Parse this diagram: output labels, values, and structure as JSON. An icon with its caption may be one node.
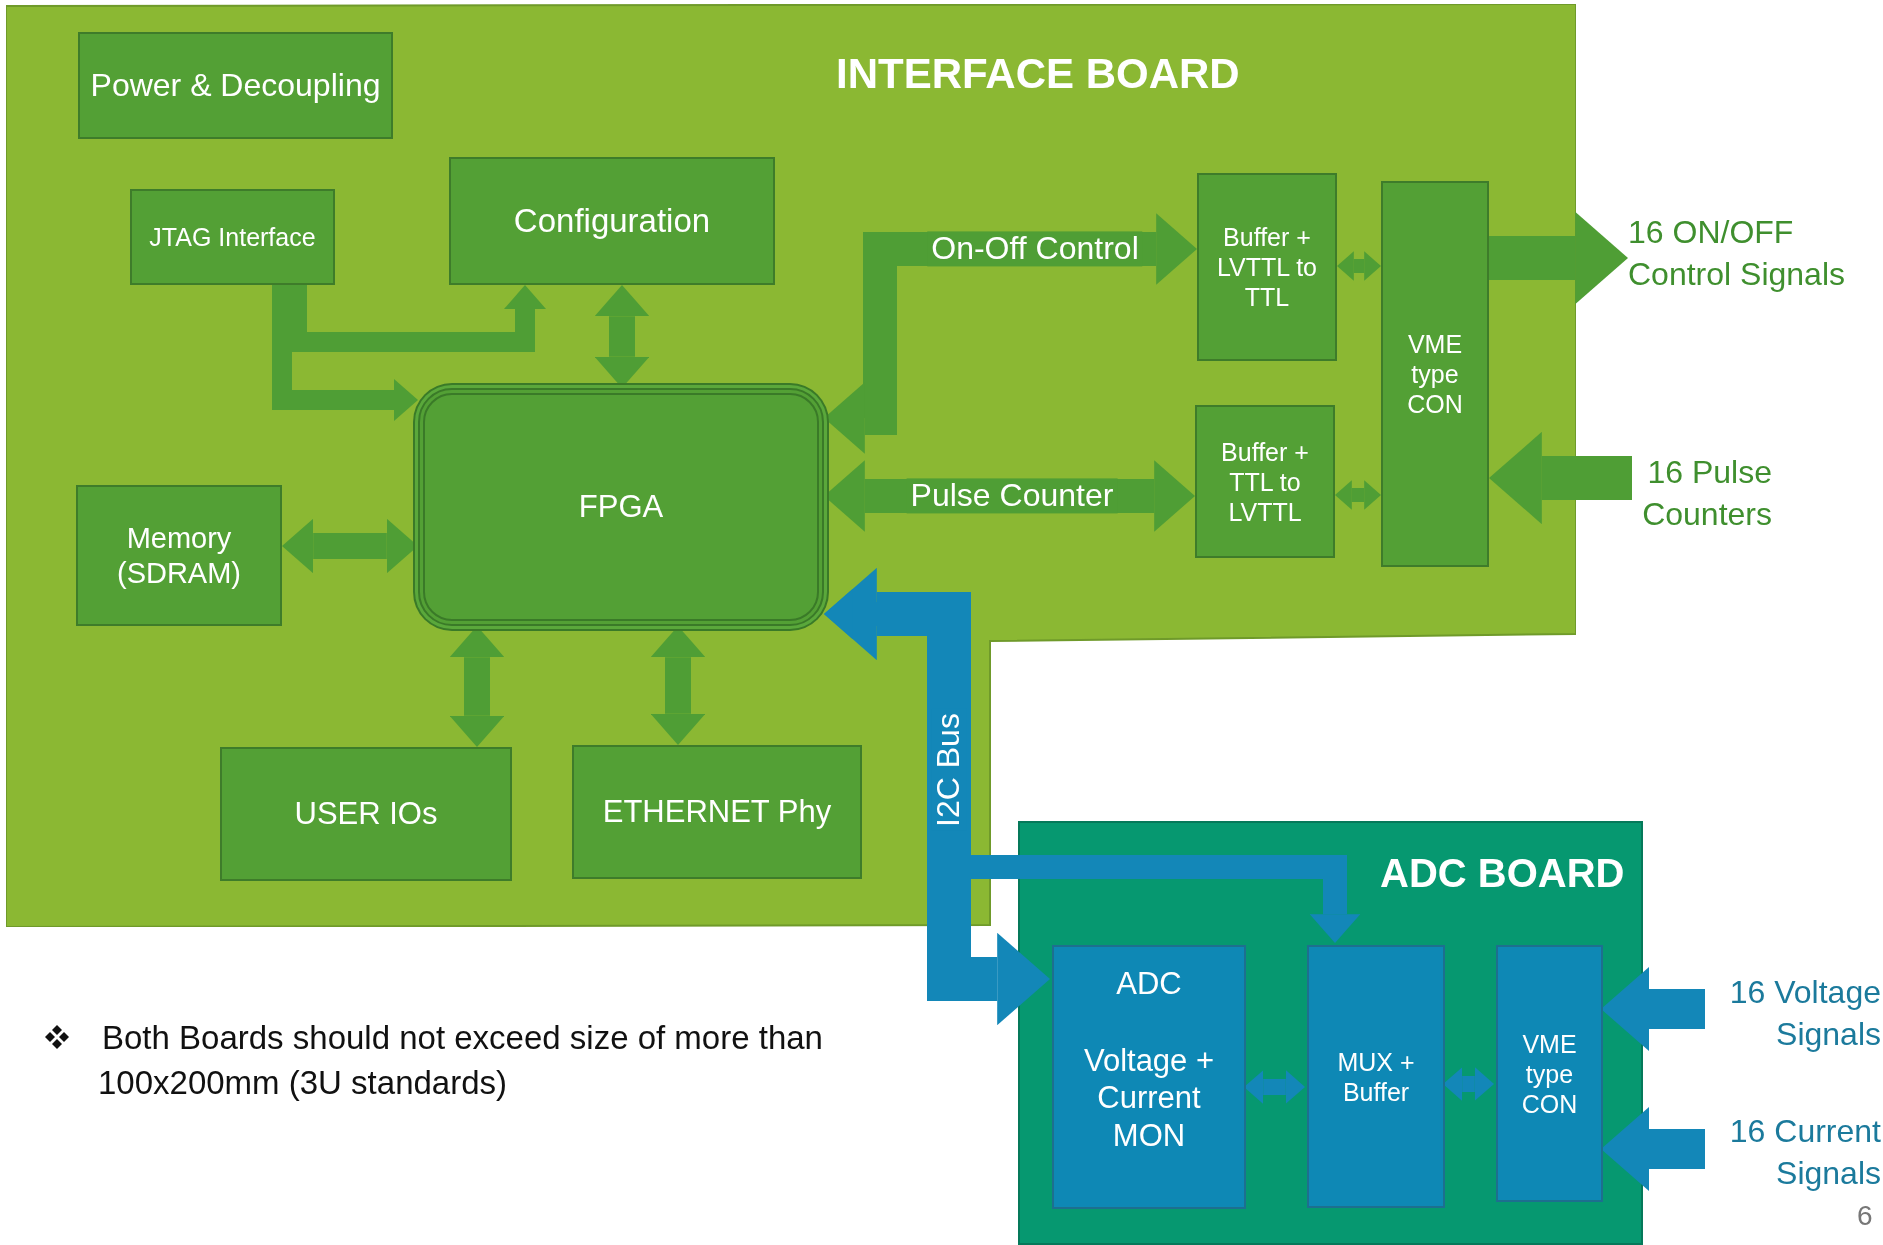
{
  "diagram": {
    "nodes": [
      {
        "text": [
          "INTERFACE BOARD"
        ]
      },
      {
        "text": [
          "Power & Decoupling"
        ],
        "in": 0
      },
      {
        "text": [
          "JTAG Interface"
        ],
        "in": 0
      },
      {
        "text": [
          "Configuration"
        ],
        "in": 0
      },
      {
        "text": [
          "Buffer + LVTTL to TTL"
        ],
        "in": 0
      },
      {
        "text": [
          "VME type CON"
        ],
        "in": 0
      },
      {
        "text": [
          "Memory (SDRAM)"
        ],
        "in": 0
      },
      {
        "text": [
          "FPGA"
        ],
        "in": 0
      },
      {
        "text": [
          "Buffer + TTL to LVTTL"
        ],
        "in": 0
      },
      {
        "text": [
          "USER IOs"
        ],
        "in": 0
      },
      {
        "text": [
          "ETHERNET Phy"
        ],
        "in": 0
      },
      {
        "text": [
          "ADC BOARD"
        ]
      },
      {
        "text": [
          "ADC",
          "Voltage + Current MON"
        ],
        "in": 11
      },
      {
        "text": [
          "MUX + Buffer"
        ],
        "in": 11
      },
      {
        "text": [
          "VME type CON"
        ],
        "in": 11
      },
      {
        "text": [
          "16 ON/OFF Control Signals"
        ]
      },
      {
        "text": [
          "16 Pulse Counters"
        ]
      },
      {
        "text": [
          "16 Voltage Signals"
        ]
      },
      {
        "text": [
          "16 Current Signals"
        ]
      }
    ],
    "edges": [
      {
        "from": 2,
        "to": 3,
        "arrow": "to"
      },
      {
        "from": 2,
        "to": 7,
        "arrow": "to"
      },
      {
        "from": 3,
        "to": 7,
        "arrow": "both"
      },
      {
        "from": 7,
        "to": 4,
        "arrow": "both",
        "label": "On-Off  Control"
      },
      {
        "from": 7,
        "to": 8,
        "arrow": "both",
        "label": "Pulse Counter"
      },
      {
        "from": 6,
        "to": 7,
        "arrow": "both"
      },
      {
        "from": 7,
        "to": 9,
        "arrow": "both"
      },
      {
        "from": 7,
        "to": 10,
        "arrow": "both"
      },
      {
        "from": 4,
        "to": 5,
        "arrow": "both"
      },
      {
        "from": 8,
        "to": 5,
        "arrow": "both"
      },
      {
        "from": 5,
        "to": 15,
        "arrow": "to"
      },
      {
        "from": 16,
        "to": 5,
        "arrow": "to"
      },
      {
        "from": 12,
        "to": 7,
        "arrow": "both",
        "label": "I2C Bus",
        "color": "#1387b8"
      },
      {
        "from": 7,
        "to": 13,
        "arrow": "both",
        "color": "#1387b8"
      },
      {
        "from": 12,
        "to": 13,
        "arrow": "both",
        "color": "#1387b8"
      },
      {
        "from": 13,
        "to": 14,
        "arrow": "both",
        "color": "#1387b8"
      },
      {
        "from": 17,
        "to": 14,
        "arrow": "to",
        "color": "#1387b8"
      },
      {
        "from": 18,
        "to": 14,
        "arrow": "to",
        "color": "#1387b8"
      }
    ],
    "labels": [
      "Both Boards should not exceed size of more than 100x200mm (3U standards)",
      "6"
    ]
  }
}
